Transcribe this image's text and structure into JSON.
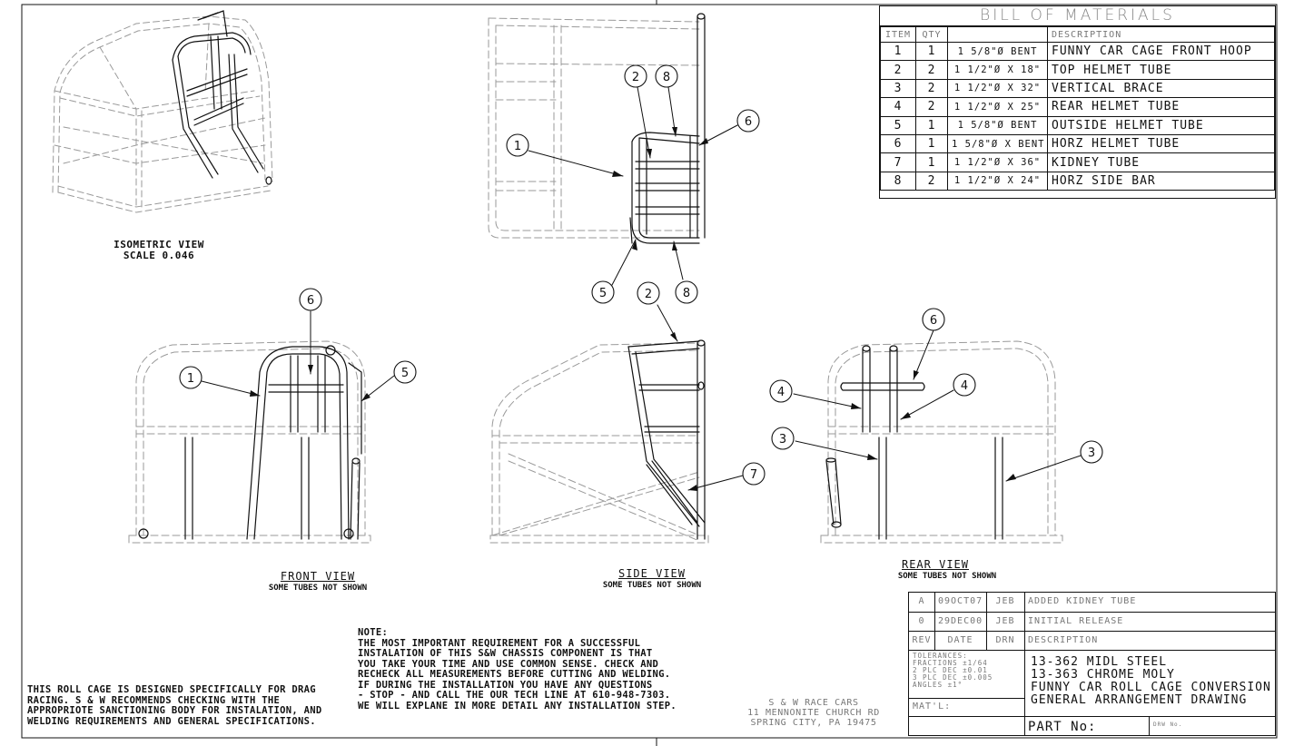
{
  "views": {
    "isometric": {
      "title": "ISOMETRIC VIEW",
      "scale": "SCALE  0.046"
    },
    "front": {
      "title": "FRONT VIEW",
      "note": "SOME TUBES NOT SHOWN"
    },
    "side": {
      "title": "SIDE VIEW",
      "note": "SOME TUBES NOT SHOWN"
    },
    "rear": {
      "title": "REAR VIEW",
      "note": "SOME TUBES NOT SHOWN"
    }
  },
  "balloons": {
    "top": [
      "1",
      "2",
      "8",
      "6",
      "5",
      "8"
    ],
    "front": [
      "6",
      "1",
      "5"
    ],
    "side": [
      "2",
      "7"
    ],
    "rear": [
      "6",
      "4",
      "4",
      "3",
      "3"
    ]
  },
  "bom": {
    "title": "BILL OF MATERIALS",
    "headers": {
      "item": "ITEM",
      "qty": "QTY",
      "size": "",
      "description": "DESCRIPTION"
    },
    "rows": [
      {
        "item": "1",
        "qty": "1",
        "size": "1 5/8\"Ø BENT",
        "description": "FUNNY CAR CAGE FRONT HOOP"
      },
      {
        "item": "2",
        "qty": "2",
        "size": "1 1/2\"Ø X 18\"",
        "description": "TOP HELMET TUBE"
      },
      {
        "item": "3",
        "qty": "2",
        "size": "1 1/2\"Ø X 32\"",
        "description": "VERTICAL BRACE"
      },
      {
        "item": "4",
        "qty": "2",
        "size": "1 1/2\"Ø X 25\"",
        "description": "REAR HELMET TUBE"
      },
      {
        "item": "5",
        "qty": "1",
        "size": "1 5/8\"Ø BENT",
        "description": "OUTSIDE HELMET TUBE"
      },
      {
        "item": "6",
        "qty": "1",
        "size": "1 5/8\"Ø X BENT",
        "description": "HORZ HELMET TUBE"
      },
      {
        "item": "7",
        "qty": "1",
        "size": "1 1/2\"Ø X 36\"",
        "description": "KIDNEY TUBE"
      },
      {
        "item": "8",
        "qty": "2",
        "size": "1 1/2\"Ø X 24\"",
        "description": "HORZ SIDE BAR"
      }
    ]
  },
  "notes": {
    "heading": "NOTE:",
    "lines": [
      "THE MOST IMPORTANT REQUIREMENT FOR A SUCCESSFUL",
      "INSTALATION OF THIS S&W CHASSIS COMPONENT IS THAT",
      "YOU TAKE YOUR TIME AND USE COMMON SENSE. CHECK AND",
      "RECHECK ALL MEASUREMENTS BEFORE CUTTING AND WELDING.",
      "IF DURING THE INSTALLATION YOU HAVE ANY QUESTIONS",
      "- STOP - AND CALL THE OUR TECH LINE AT 610-948-7303.",
      "WE WILL EXPLANE IN MORE DETAIL ANY INSTALLATION STEP."
    ]
  },
  "disclaimer": {
    "lines": [
      "THIS ROLL CAGE IS DESIGNED SPECIFICALLY FOR DRAG",
      "RACING. S & W RECOMMENDS CHECKING WITH THE",
      "APPROPRIOTE SANCTIONING BODY FOR INSTALATION, AND",
      "WELDING REQUIREMENTS AND GENERAL SPECIFICATIONS."
    ]
  },
  "company": {
    "name": "S & W RACE CARS",
    "street": "11 MENNONITE CHURCH RD",
    "city": "SPRING CITY, PA 19475"
  },
  "title_block": {
    "revisions": [
      {
        "rev": "A",
        "date": "09OCT07",
        "drn": "JEB",
        "description": "ADDED KIDNEY TUBE"
      },
      {
        "rev": "0",
        "date": "29DEC00",
        "drn": "JEB",
        "description": "INITIAL RELEASE"
      }
    ],
    "rev_headers": {
      "rev": "REV",
      "date": "DATE",
      "drn": "DRN",
      "description": "DESCRIPTION"
    },
    "tolerances": [
      "TOLERANCES:",
      "FRACTIONS ±1/64",
      "2 PLC DEC ±0.01",
      "3 PLC DEC ±0.005",
      "ANGLES ±1°"
    ],
    "material_label": "MAT'L:",
    "title_lines": [
      "13-362 MIDL STEEL",
      "13-363 CHROME MOLY",
      "FUNNY CAR ROLL CAGE CONVERSION",
      "GENERAL ARRANGEMENT DRAWING"
    ],
    "part_no_label": "PART No:",
    "drw_no_label": "DRW No."
  },
  "colors": {
    "line": "#111111",
    "phantom": "#9a9a9a",
    "tube_fill": "#ffffff"
  }
}
